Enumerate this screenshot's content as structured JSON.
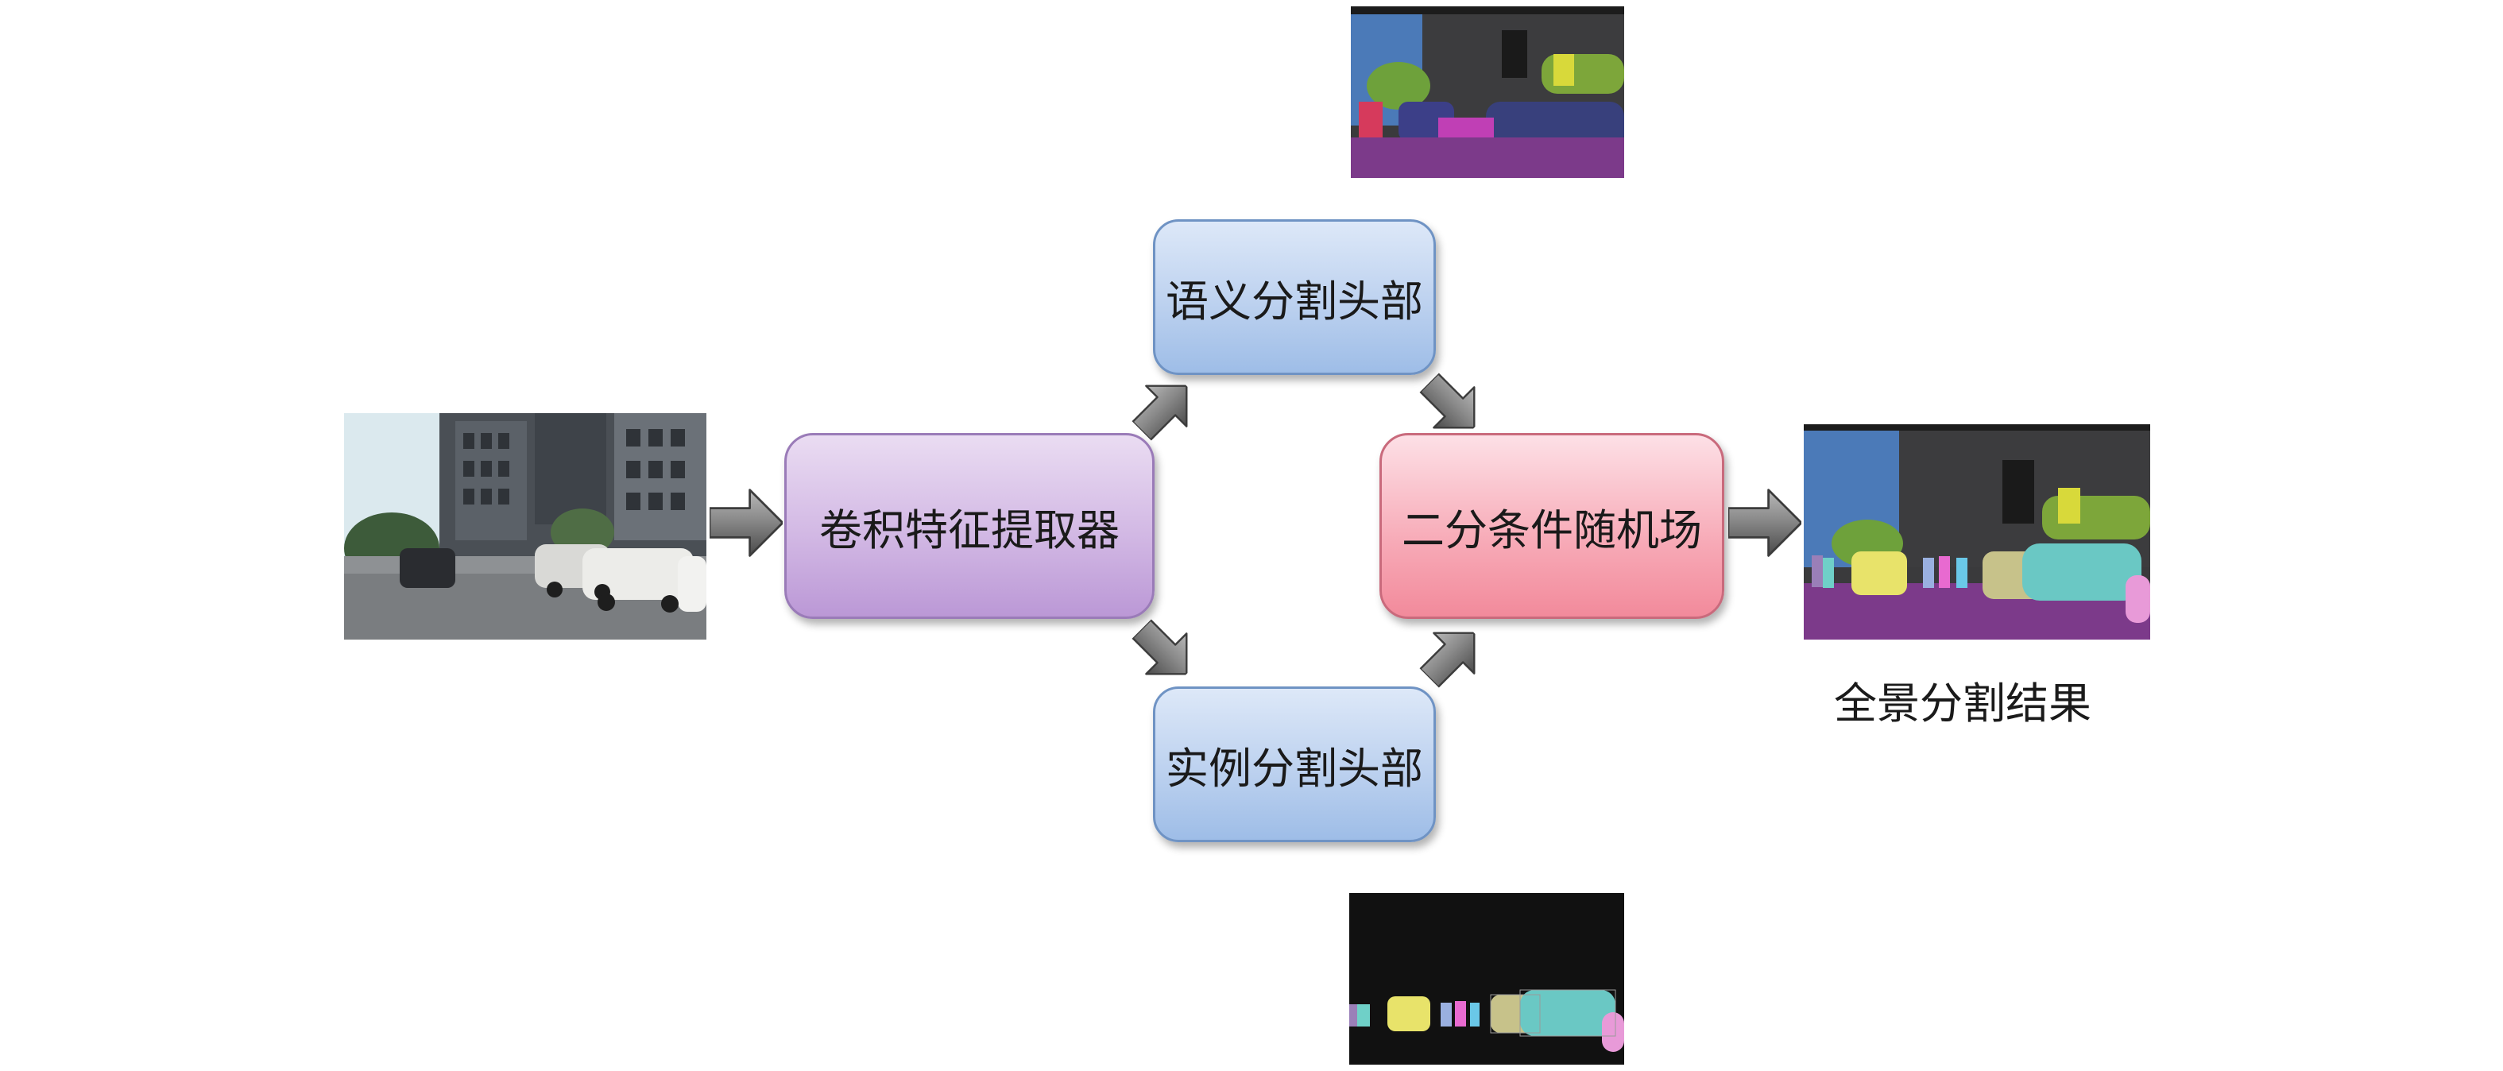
{
  "nodes": {
    "extractor": "卷积特征提取器",
    "semantic_head": "语义分割头部",
    "instance_head": "实例分割头部",
    "crf": "二分条件随机场"
  },
  "result_label": "全景分割结果",
  "colors": {
    "extractor_fill": "#d2b8e4",
    "head_fill": "#bcd1ef",
    "crf_fill": "#f7a9b6",
    "arrow_fill": "#6e6e6e"
  },
  "images": {
    "input": "street-scene-photo",
    "semantic": "semantic-segmentation-map",
    "instance": "instance-segmentation-map",
    "result": "panoptic-segmentation-map"
  }
}
